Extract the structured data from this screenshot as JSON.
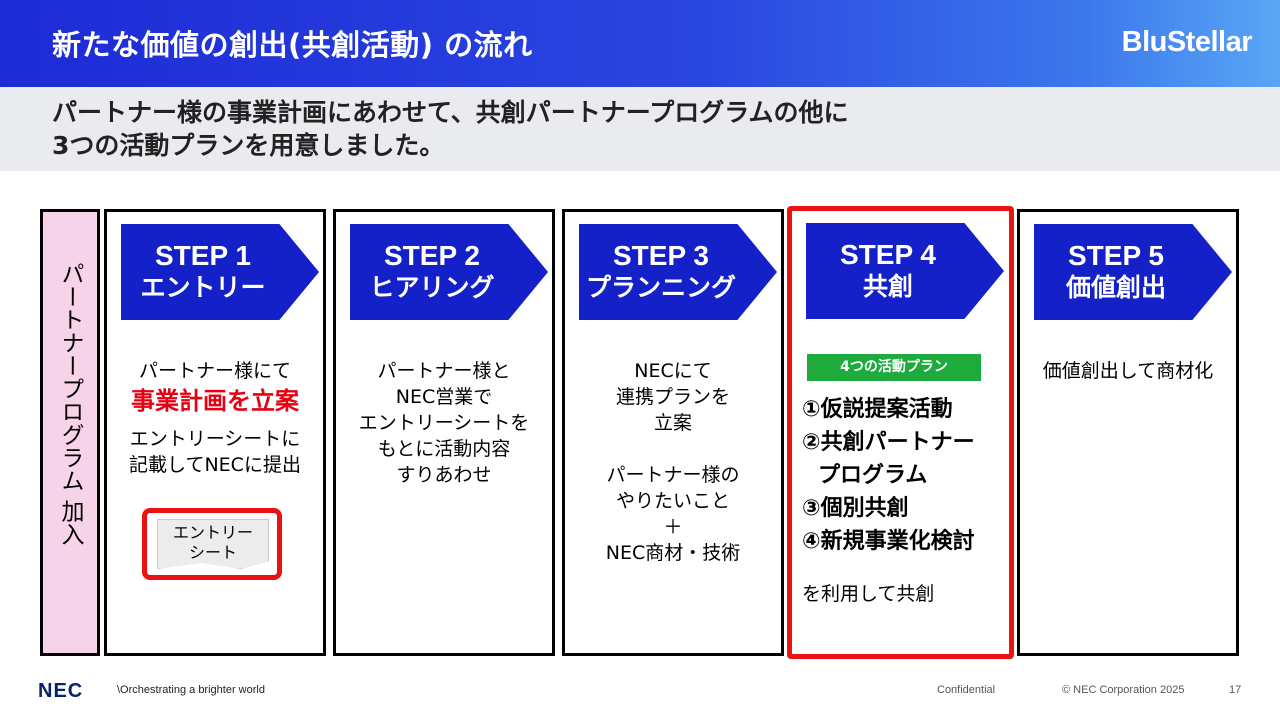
{
  "header": {
    "title": "新たな価値の創出(共創活動) の流れ",
    "brand": "BluStellar"
  },
  "subtitle": {
    "line1": "パートナー様の事業計画にあわせて、共創パートナープログラムの他に",
    "line2": "3つの活動プランを用意しました。"
  },
  "join_box": {
    "label": "パートナープログラム 加入"
  },
  "steps": [
    {
      "step": "STEP 1",
      "name": "エントリー",
      "lines": [
        "パートナー様にて"
      ],
      "highlight": "事業計画を立案",
      "lines2": [
        "エントリーシートに",
        "記載してNECに提出"
      ],
      "sheet": [
        "エントリー",
        "シート"
      ]
    },
    {
      "step": "STEP 2",
      "name": "ヒアリング",
      "lines": [
        "パートナー様と",
        "NEC営業で",
        "エントリーシートを",
        "もとに活動内容",
        "すりあわせ"
      ]
    },
    {
      "step": "STEP 3",
      "name": "プランニング",
      "lines": [
        "NECにて",
        "連携プランを",
        "立案",
        "",
        "パートナー様の",
        "やりたいこと",
        "＋",
        "NEC商材・技術"
      ]
    },
    {
      "step": "STEP 4",
      "name": "共創",
      "badge": "4つの活動プラン",
      "plans": [
        "①仮説提案活動",
        "②共創パートナー",
        "プログラム",
        "③個別共創",
        "④新規事業化検討"
      ],
      "footer": "を利用して共創"
    },
    {
      "step": "STEP 5",
      "name": "価値創出",
      "lines": [
        "価値創出して商材化"
      ]
    }
  ],
  "colors": {
    "step_arrow": "#1420c8",
    "highlight_border": "#ea1212",
    "highlight_text": "#e60012",
    "badge": "#1faa3e",
    "join_bg": "#f6d3e8"
  },
  "footer": {
    "logo": "NEC",
    "tagline": "\\Orchestrating a brighter world",
    "confidential": "Confidential",
    "copyright": "© NEC Corporation 2025",
    "page": "17"
  }
}
